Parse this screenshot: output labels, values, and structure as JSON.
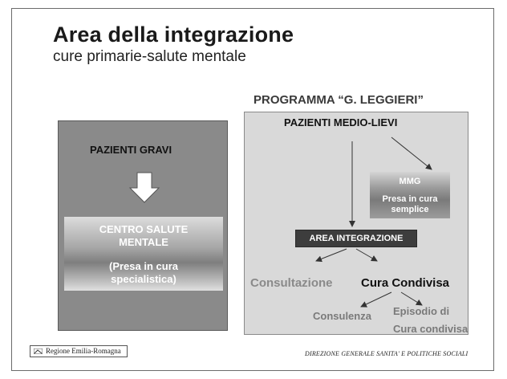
{
  "slide": {
    "title": "Area della integrazione",
    "subtitle": "cure primarie-salute mentale"
  },
  "left_panel": {
    "heading": "PAZIENTI GRAVI",
    "box_lines": [
      "CENTRO  SALUTE",
      "MENTALE",
      "(Presa in cura",
      "specialistica)"
    ]
  },
  "right_panel": {
    "program_title": "PROGRAMMA “G. LEGGIERI”",
    "heading": "PAZIENTI MEDIO-LIEVI",
    "mmg_lines": [
      "MMG",
      "Presa in cura",
      "semplice"
    ],
    "area_integrazione": "AREA INTEGRAZIONE",
    "consultazione": "Consultazione",
    "cura_condivisa": "Cura Condivisa",
    "consulenza": "Consulenza",
    "episodio_lines": [
      "Episodio di",
      "Cura condivisa"
    ]
  },
  "footer": {
    "logo_text": "Regione Emilia-Romagna",
    "right_text": "DIREZIONE GENERALE SANITA' E POLITICHE SOCIALI"
  },
  "colors": {
    "left_panel_bg": "#8a8a8a",
    "right_panel_bg": "#d9d9d9",
    "area_box_bg": "#3d3d3d"
  }
}
